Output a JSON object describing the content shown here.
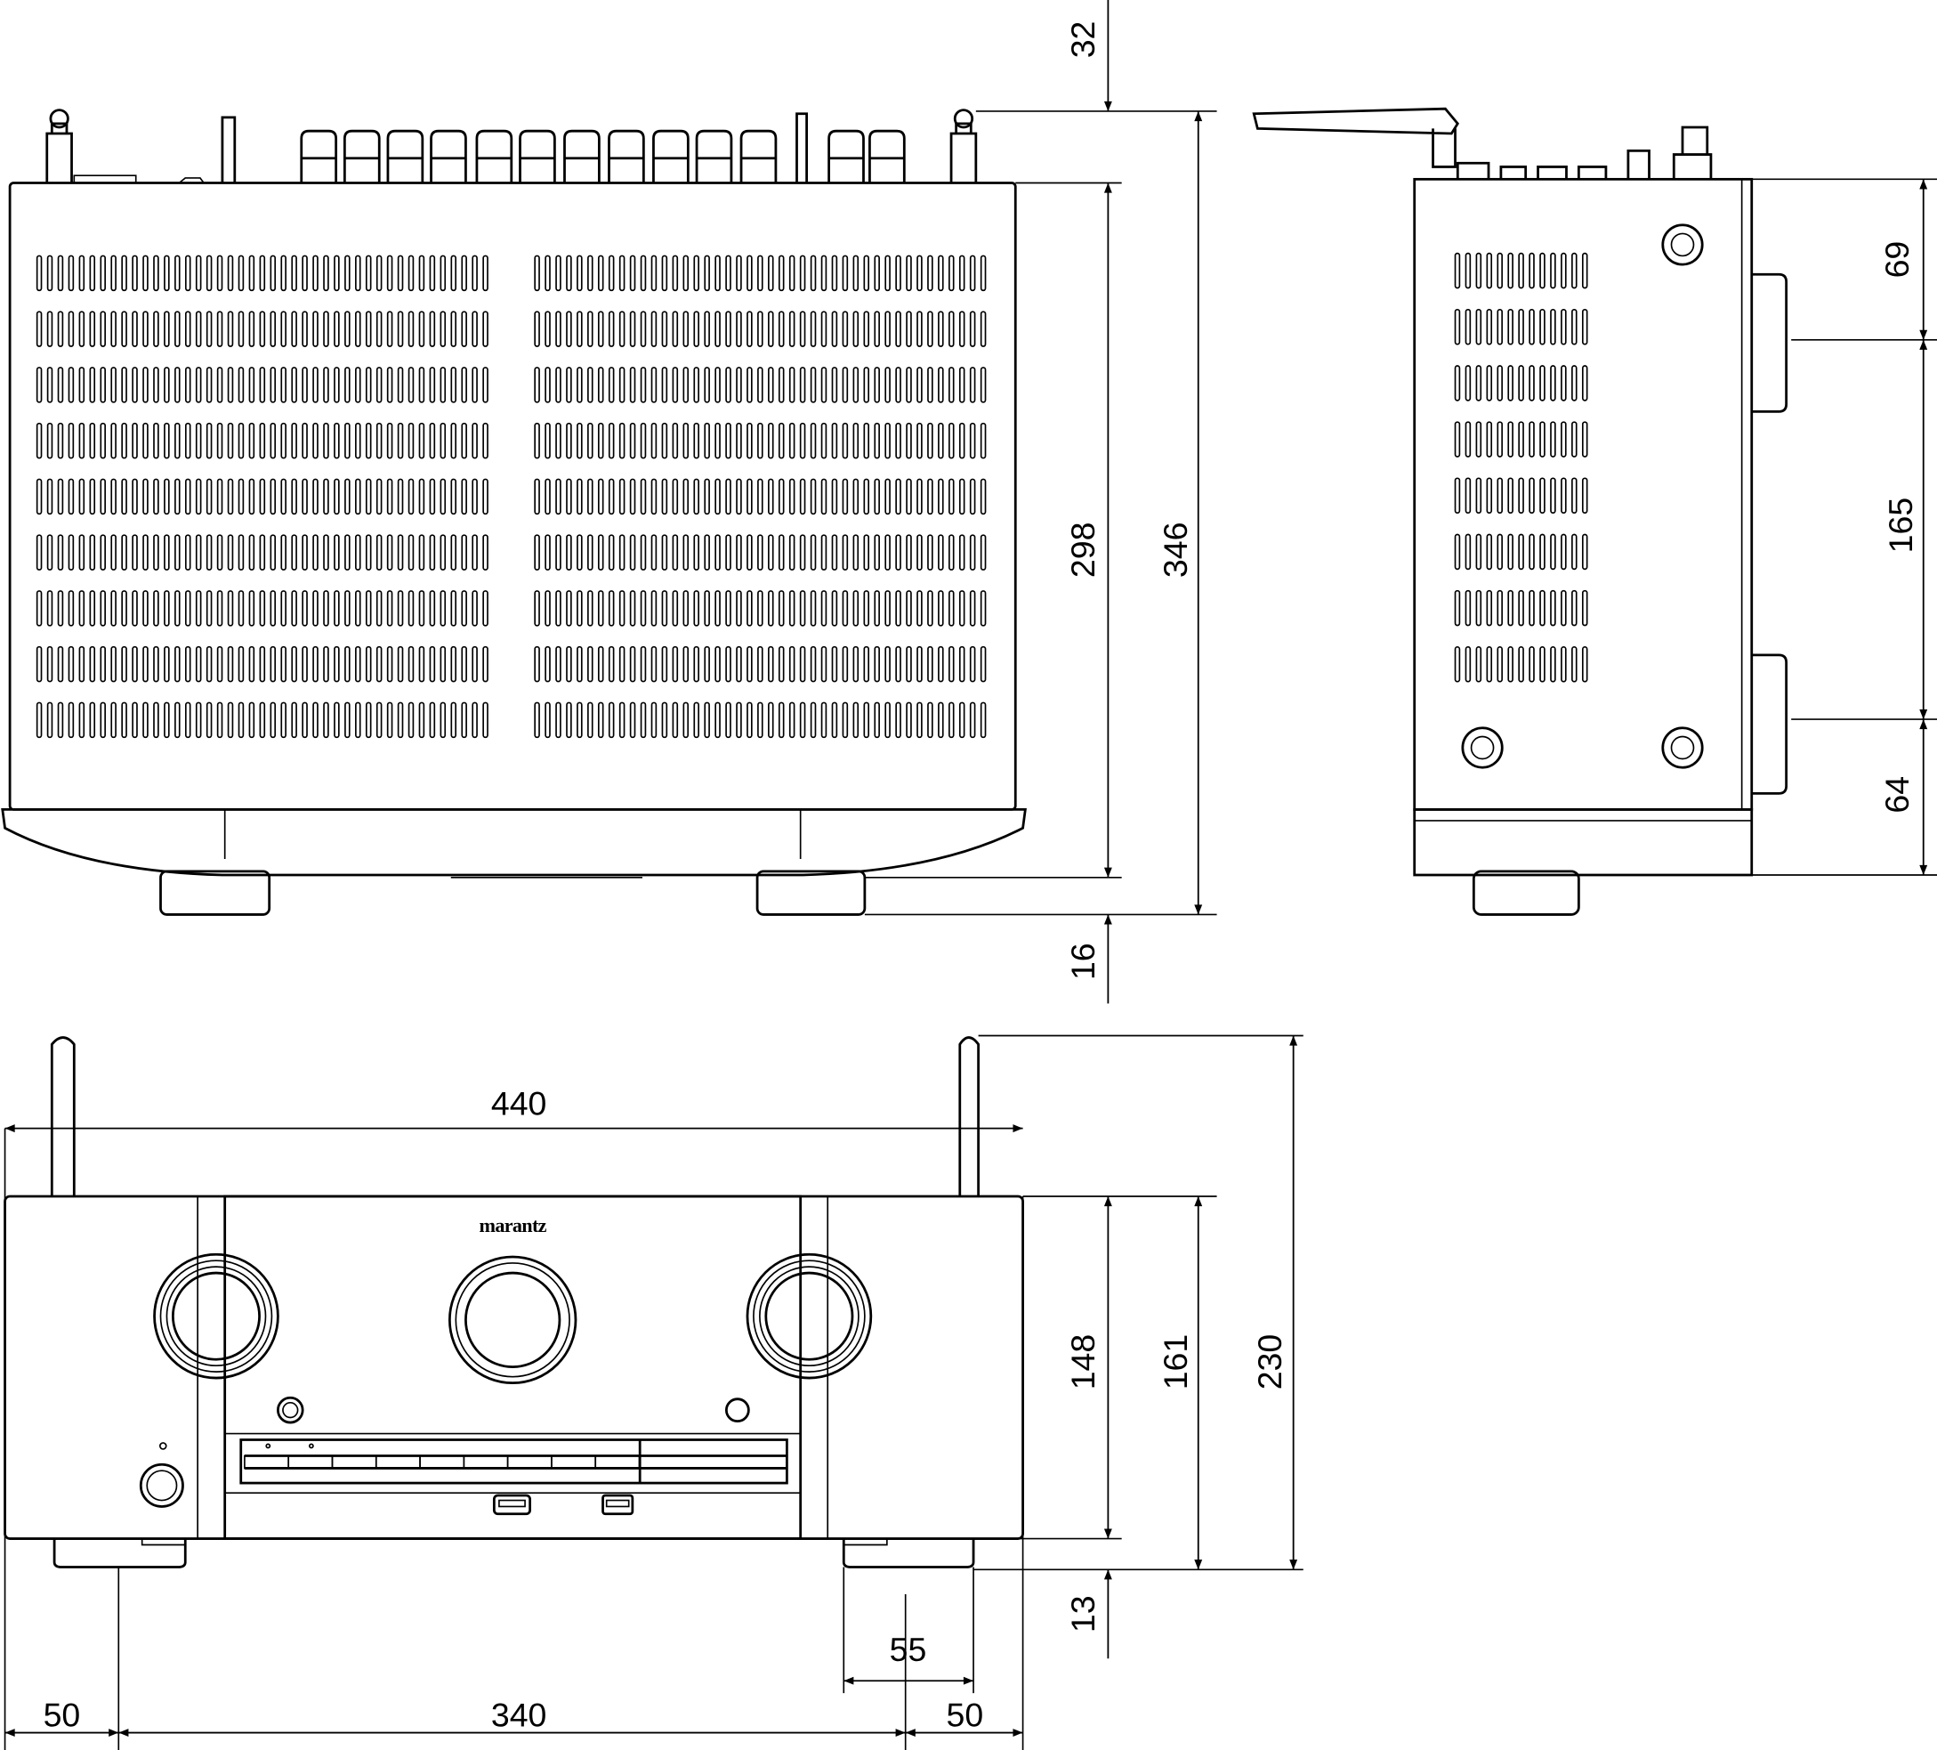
{
  "brand_logo": "marantz",
  "colors": {
    "line": "#000000",
    "background": "#ffffff"
  },
  "top_view": {
    "dimensions": {
      "rear_protrusion": "32",
      "body_depth": "298",
      "total_depth": "346",
      "front_protrusion": "16"
    }
  },
  "side_view": {
    "dimensions": {
      "top_section": "69",
      "middle_section": "165",
      "bottom_section": "64"
    }
  },
  "front_view": {
    "dimensions": {
      "width": "440",
      "body_height": "148",
      "height_with_feet": "161",
      "height_with_antenna": "230",
      "foot_height": "13",
      "foot_width": "55",
      "left_foot_offset": "50",
      "foot_spacing": "340",
      "right_foot_offset": "50"
    }
  }
}
